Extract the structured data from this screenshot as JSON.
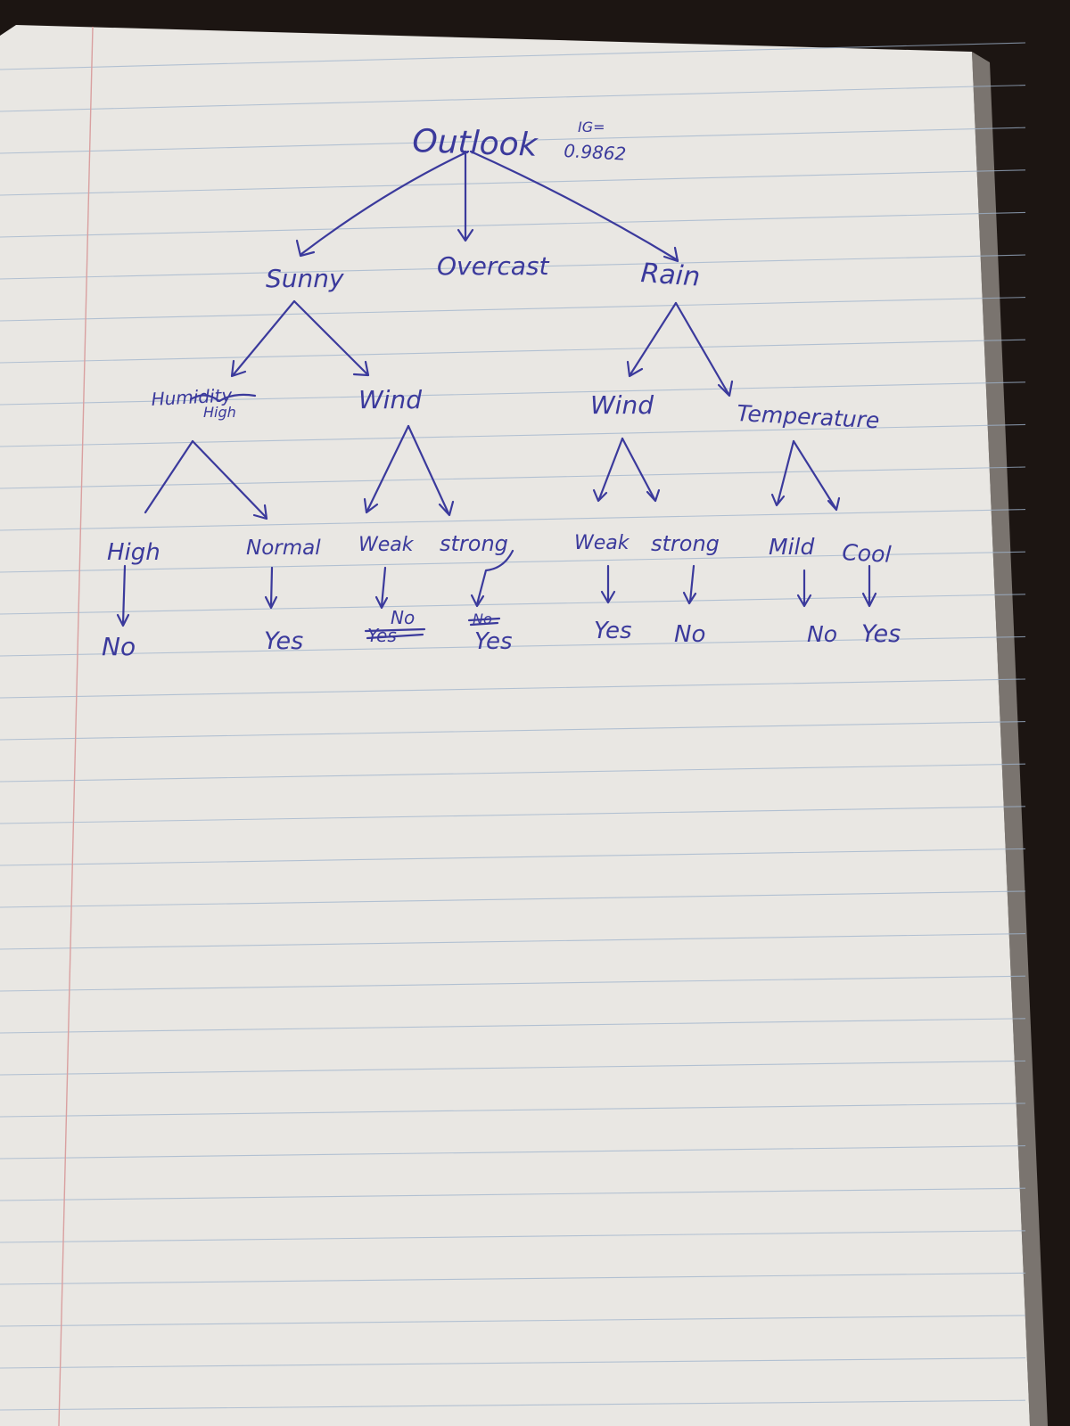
{
  "diagram": {
    "root": {
      "label": "Outlook",
      "metric": "IG=",
      "value": "0.9862"
    },
    "branches": {
      "sunny": "Sunny",
      "overcast": "Overcast",
      "rain": "Rain"
    },
    "sunny_children": {
      "humidity": "Humidity",
      "humidity_overwrite": "High",
      "wind": "Wind"
    },
    "rain_children": {
      "wind": "Wind",
      "temperature": "Temperature"
    },
    "values": {
      "high": "High",
      "normal": "Normal",
      "weak_1": "Weak",
      "strong_1": "strong",
      "weak_2": "Weak",
      "strong_2": "strong",
      "mild": "Mild",
      "cool": "Cool"
    },
    "leaves": {
      "high": "No",
      "normal": "Yes",
      "weak_1": "No",
      "weak_1_crossed": "Yes",
      "strong_1": "Yes",
      "strong_1_crossed": "No",
      "weak_2": "Yes",
      "strong_2": "No",
      "mild": "No",
      "cool": "Yes"
    }
  },
  "colors": {
    "ink": "#3b3a9c",
    "paper": "#e9e7e3",
    "rule": "#9fb3cc",
    "margin": "#d9a0a0",
    "background": "#1c1512"
  }
}
